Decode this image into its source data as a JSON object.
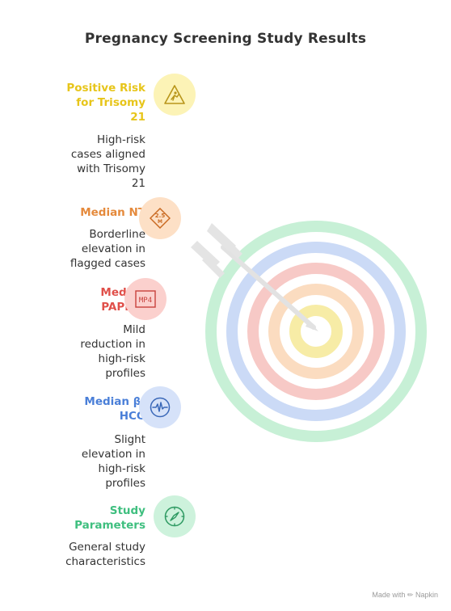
{
  "title": "Pregnancy Screening Study Results",
  "colors": {
    "yellow": "#e7c51a",
    "orange": "#e58a3c",
    "red": "#e0504a",
    "blue": "#4a7fd8",
    "green": "#3fbf7f"
  },
  "items": [
    {
      "title_lines": [
        "Positive Risk",
        "for Trisomy",
        "21"
      ],
      "desc_lines": [
        "High-risk",
        "cases aligned",
        "with Trisomy",
        "21"
      ],
      "icon": "falling-figure-warning-icon"
    },
    {
      "title_lines": [
        "Median NT"
      ],
      "desc_lines": [
        "Borderline",
        "elevation in",
        "flagged cases"
      ],
      "icon": "measurement-2.5m-icon",
      "icon_text": [
        "2.5",
        "M"
      ]
    },
    {
      "title_lines": [
        "Median",
        "PAPP-A"
      ],
      "desc_lines": [
        "Mild",
        "reduction in",
        "high-risk",
        "profiles"
      ],
      "icon": "mp4-file-icon",
      "icon_text": [
        "MP4"
      ]
    },
    {
      "title_lines": [
        "Median β-",
        "HCG"
      ],
      "desc_lines": [
        "Slight",
        "elevation in",
        "high-risk",
        "profiles"
      ],
      "icon": "pulse-wave-icon"
    },
    {
      "title_lines": [
        "Study",
        "Parameters"
      ],
      "desc_lines": [
        "General study",
        "characteristics"
      ],
      "icon": "compass-icon"
    }
  ],
  "footer": {
    "text": "Made with",
    "brand": "Napkin"
  }
}
